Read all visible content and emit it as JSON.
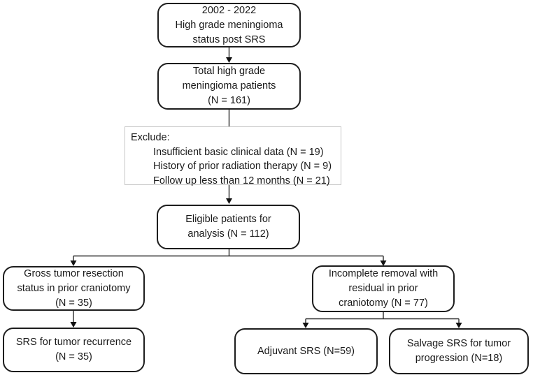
{
  "nodes": {
    "study_period": {
      "lines": [
        "2002 - 2022",
        "High grade meningioma",
        "status post SRS"
      ]
    },
    "total_patients": {
      "lines": [
        "Total high grade",
        "meningioma patients",
        "(N = 161)"
      ]
    },
    "exclude": {
      "title": "Exclude:",
      "items": [
        "Insufficient basic clinical data (N = 19)",
        "History of prior radiation therapy (N = 9)",
        "Follow up less than 12 months (N = 21)"
      ]
    },
    "eligible": {
      "lines": [
        "Eligible patients for",
        "analysis (N = 112)"
      ]
    },
    "gross_resection": {
      "lines": [
        "Gross tumor resection",
        "status in prior craniotomy",
        "(N = 35)"
      ]
    },
    "incomplete_removal": {
      "lines": [
        "Incomplete removal with",
        "residual in prior",
        "craniotomy (N = 77)"
      ]
    },
    "srs_recurrence": {
      "lines": [
        "SRS for tumor recurrence",
        "(N = 35)"
      ]
    },
    "adjuvant_srs": {
      "lines": [
        "Adjuvant SRS (N=59)"
      ]
    },
    "salvage_srs": {
      "lines": [
        "Salvage SRS for tumor",
        "progression (N=18)"
      ]
    }
  },
  "colors": {
    "background": "#ffffff",
    "node_border": "#1d1d1d",
    "exclude_border": "#c6c6c6",
    "connector": "#2b2b2b",
    "text": "#1a1a1a"
  }
}
